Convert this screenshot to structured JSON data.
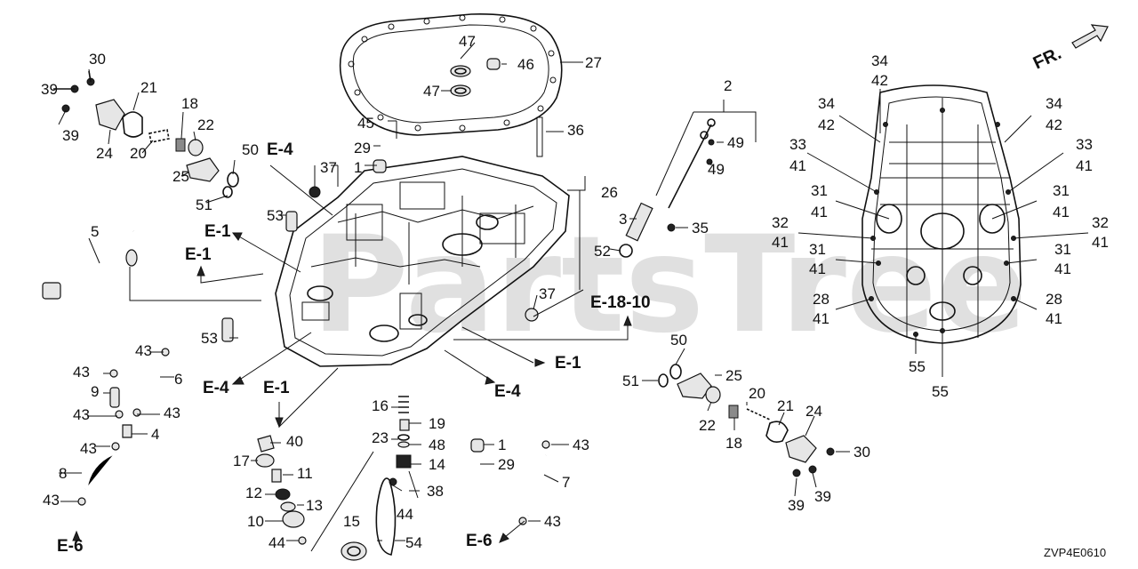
{
  "watermark": "PartsTree",
  "diagram_code": "ZVP4E0610",
  "direction_label": "FR.",
  "callouts": [
    "E-4",
    "E-1",
    "E-1",
    "E-4",
    "E-1",
    "E-1",
    "E-4",
    "E-18-10",
    "E-6",
    "E-6"
  ],
  "part_numbers": [
    "30",
    "39",
    "39",
    "21",
    "18",
    "22",
    "24",
    "20",
    "25",
    "50",
    "51",
    "5",
    "29",
    "1",
    "45",
    "37",
    "53",
    "47",
    "47",
    "46",
    "27",
    "2",
    "49",
    "49",
    "36",
    "26",
    "3",
    "35",
    "52",
    "37",
    "53",
    "43",
    "43",
    "9",
    "43",
    "43",
    "8",
    "43",
    "6",
    "4",
    "43",
    "16",
    "19",
    "23",
    "48",
    "14",
    "38",
    "40",
    "17",
    "11",
    "12",
    "13",
    "10",
    "44",
    "15",
    "54",
    "44",
    "1",
    "29",
    "43",
    "7",
    "43",
    "50",
    "51",
    "25",
    "22",
    "20",
    "18",
    "21",
    "24",
    "30",
    "39",
    "39",
    "34",
    "42",
    "34",
    "42",
    "34",
    "42",
    "33",
    "41",
    "33",
    "41",
    "31",
    "41",
    "31",
    "41",
    "32",
    "41",
    "32",
    "41",
    "31",
    "41",
    "31",
    "41",
    "28",
    "41",
    "28",
    "41",
    "55",
    "55"
  ]
}
